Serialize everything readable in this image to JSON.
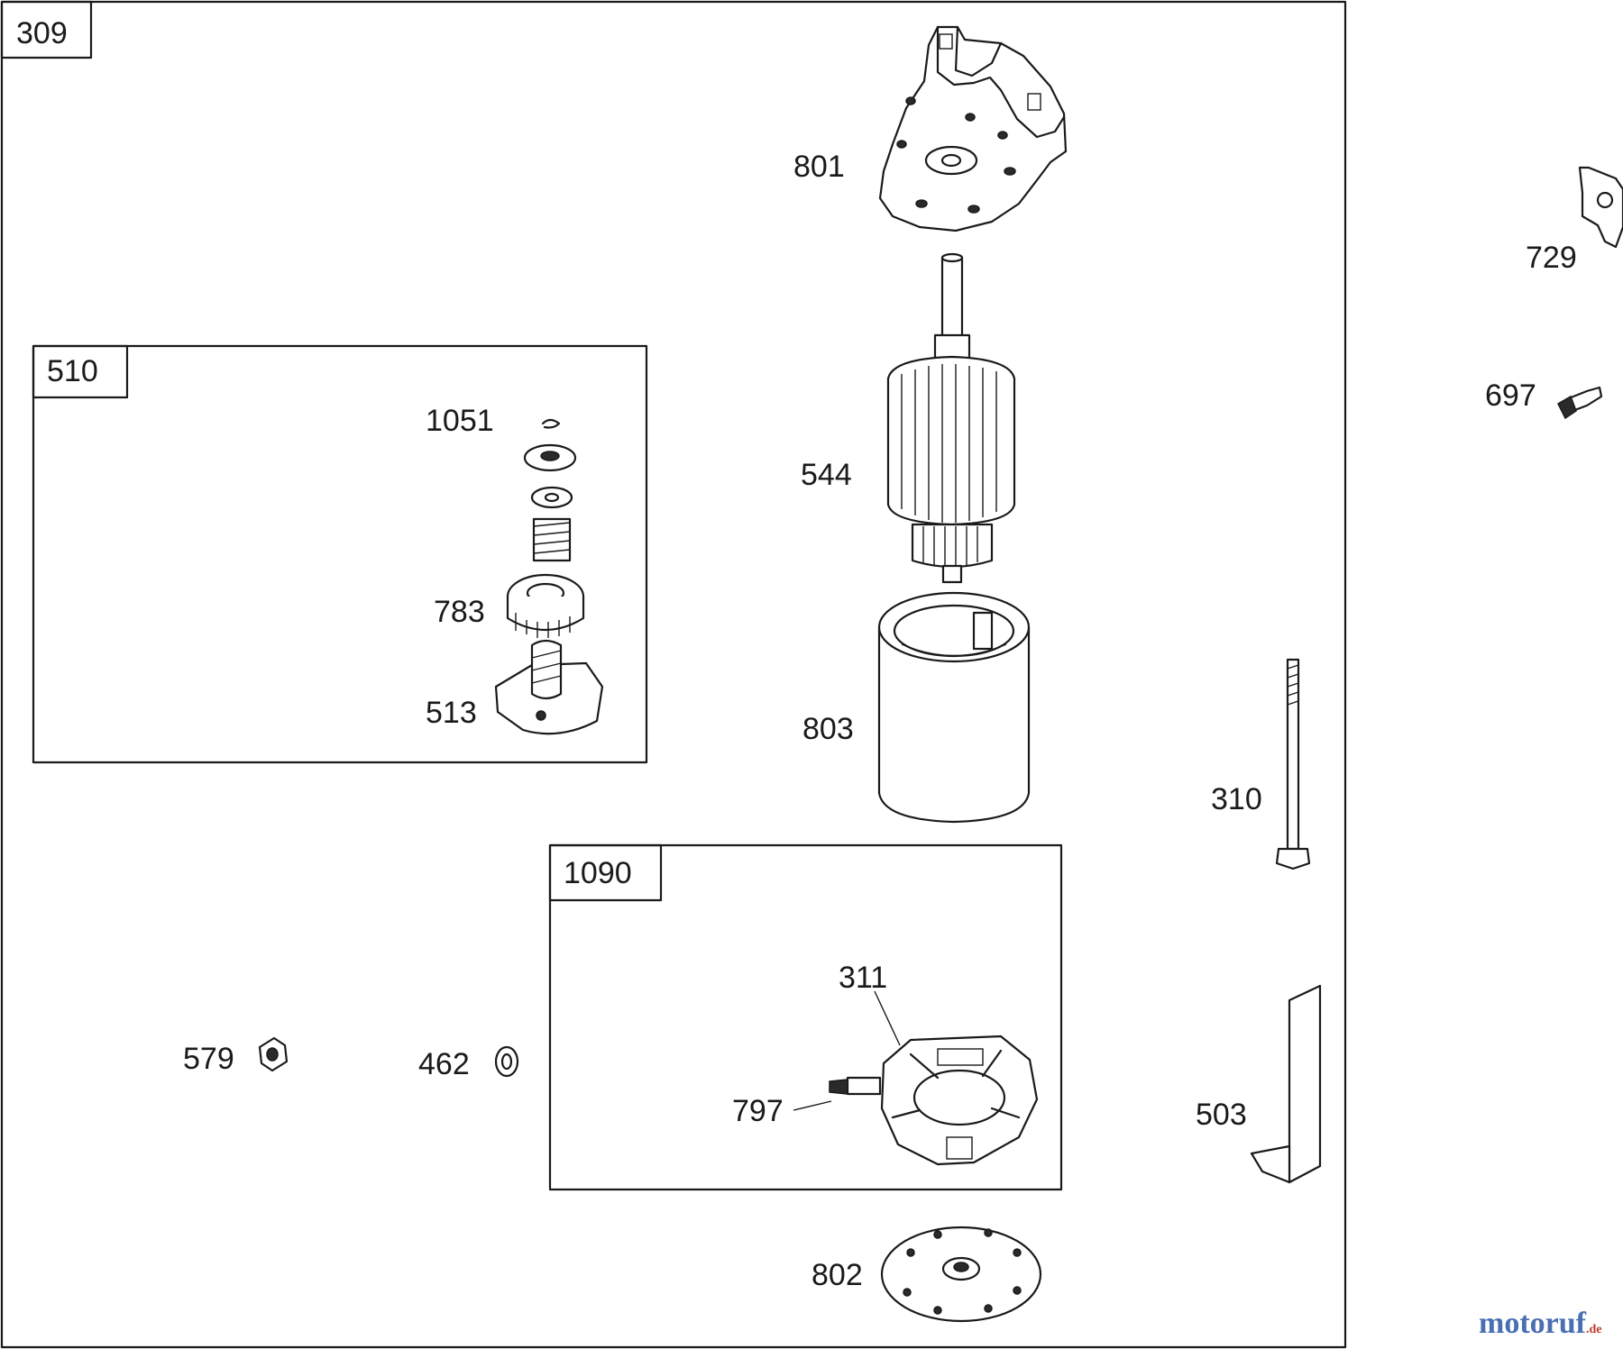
{
  "diagram": {
    "assembly_boxes": [
      {
        "id": "309"
      },
      {
        "id": "510"
      },
      {
        "id": "1090"
      }
    ],
    "callouts": [
      "801",
      "729",
      "697",
      "1051",
      "544",
      "783",
      "513",
      "803",
      "310",
      "311",
      "579",
      "462",
      "797",
      "503",
      "802"
    ],
    "watermark": {
      "text": "motoruf",
      "suffix": ".de"
    },
    "colors": {
      "line": "#1a1a1a",
      "background": "#ffffff",
      "watermark_blue": "#4a6fb3",
      "watermark_red": "#c0392b"
    }
  }
}
